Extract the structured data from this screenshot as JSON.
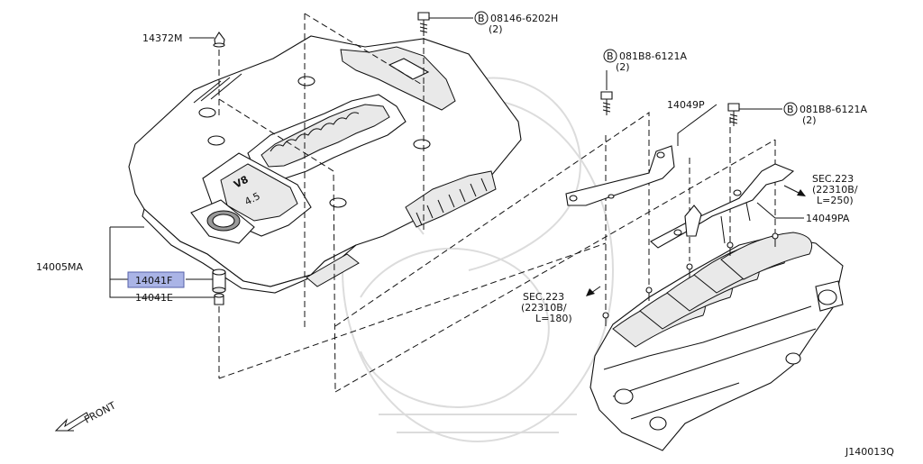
{
  "callouts": {
    "p14372M": "14372M",
    "p14005MA": "14005MA",
    "p14041F": "14041F",
    "p14041E": "14041E",
    "p14049P": "14049P",
    "p14049PA": "14049PA",
    "bolt1_code": "08146-6202H",
    "bolt1_qty": "(2)",
    "bolt2_code": "081B8-6121A",
    "bolt2_qty": "(2)",
    "bolt3_code": "081B8-6121A",
    "bolt3_qty": "(2)",
    "bolt_marker": "B"
  },
  "sections": {
    "sec1_title": "SEC.223",
    "sec1_ref": "(22310B/",
    "sec1_len": "L=250)",
    "sec2_title": "SEC.223",
    "sec2_ref": "(22310B/",
    "sec2_len": "L=180)"
  },
  "cover_marks": {
    "v8": "V8",
    "disp": "4.5"
  },
  "front_label": "FRONT",
  "diagram_code": "J140013Q",
  "colors": {
    "highlight": "#aab4e6",
    "line": "#111111"
  }
}
